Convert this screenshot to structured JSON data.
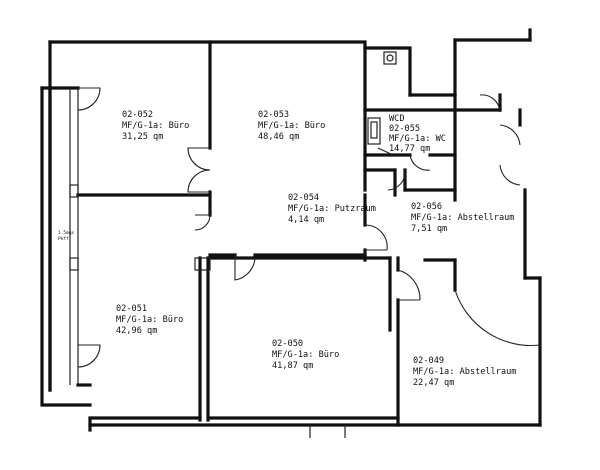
{
  "rooms": [
    {
      "id": "02-052",
      "use": "MF/G-1a: Büro",
      "area": "31,25 qm"
    },
    {
      "id": "02-053",
      "use": "MF/G-1a: Büro",
      "area": "48,46 qm"
    },
    {
      "id": "02-055",
      "use": "MF/G-1a: WC",
      "area": "14,77 qm",
      "tag": "WCD"
    },
    {
      "id": "02-054",
      "use": "MF/G-1a: Putzraum",
      "area": "4,14 qm"
    },
    {
      "id": "02-056",
      "use": "MF/G-1a: Abstellraum",
      "area": "7,51 qm"
    },
    {
      "id": "02-051",
      "use": "MF/G-1a: Büro",
      "area": "42,96 qm"
    },
    {
      "id": "02-050",
      "use": "MF/G-1a: Büro",
      "area": "41,87 qm"
    },
    {
      "id": "02-049",
      "use": "MF/G-1a: Abstellraum",
      "area": "22,47 qm"
    }
  ],
  "annotations": {
    "corridor_note_1": "1.5mgs",
    "corridor_note_2": "Pkff"
  }
}
